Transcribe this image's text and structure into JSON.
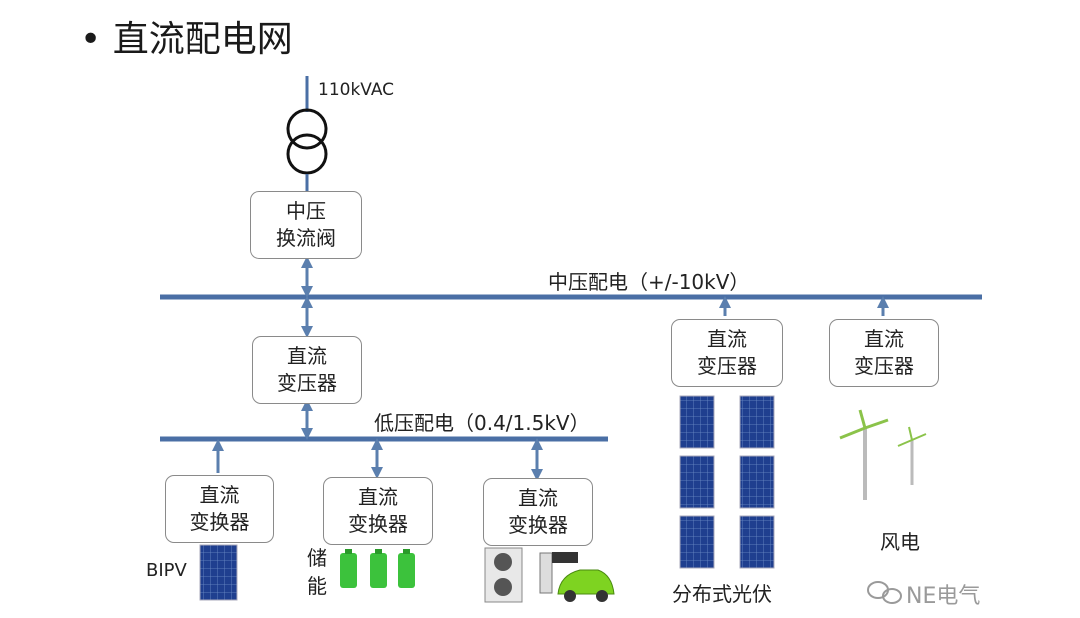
{
  "title": "直流配电网",
  "bullet": "•",
  "source_label": "110kVAC",
  "mv_converter": {
    "line1": "中压",
    "line2": "换流阀"
  },
  "mv_bus_label": "中压配电（+/-10kV）",
  "lv_bus_label": "低压配电（0.4/1.5kV）",
  "dc_transformer_center": {
    "line1": "直流",
    "line2": "变压器"
  },
  "dc_transformer_pv": {
    "line1": "直流",
    "line2": "变压器"
  },
  "dc_transformer_wind": {
    "line1": "直流",
    "line2": "变压器"
  },
  "converter_bipv": {
    "line1": "直流",
    "line2": "变换器"
  },
  "converter_storage": {
    "line1": "直流",
    "line2": "变换器"
  },
  "converter_load": {
    "line1": "直流",
    "line2": "变换器"
  },
  "labels": {
    "bipv": "BIPV",
    "storage_1": "储",
    "storage_2": "能",
    "distributed_pv": "分布式光伏",
    "wind": "风电"
  },
  "watermark": "NE电气",
  "colors": {
    "bus": "#4a6fa5",
    "arrow": "#5b7fae",
    "box_border": "#8a8a8a",
    "solar_panel": "#1f3f8f",
    "battery": "#3cc23c",
    "car": "#7ed321"
  },
  "icons": [
    "transformer-icon",
    "solar-panel-icon",
    "battery-icon",
    "wind-turbine-icon",
    "ac-unit-icon",
    "electric-car-icon",
    "charger-icon",
    "wechat-icon"
  ]
}
